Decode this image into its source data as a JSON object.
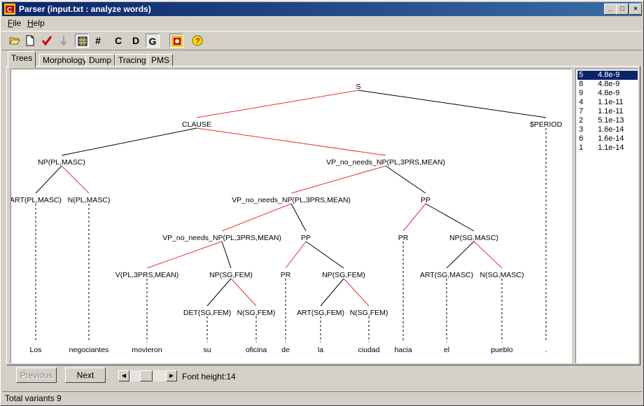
{
  "window": {
    "title": "Parser (input.txt : analyze words)",
    "controls": {
      "minimize": "_",
      "maximize": "□",
      "close": "×"
    }
  },
  "menu": [
    {
      "key": "F",
      "rest": "ile"
    },
    {
      "key": "H",
      "rest": "elp"
    }
  ],
  "toolbar": {
    "hash_label": "#",
    "c_label": "C",
    "d_label": "D",
    "g_label": "G",
    "help_label": "?"
  },
  "tabs": [
    "Trees",
    "Morphology",
    "Dump",
    "Tracing",
    "PMS"
  ],
  "tree": {
    "red": "#e53030",
    "black": "#000000",
    "nodes": {
      "s": "S",
      "clause": "CLAUSE",
      "period": "$PERIOD",
      "np_plmasc": "NP(PL,MASC)",
      "vp_top": "VP_no_needs_NP(PL,3PRS,MEAN)",
      "art_plmasc": "ART(PL,MASC)",
      "n_plmasc": "N(PL,MASC)",
      "vp_mid": "VP_no_needs_NP(PL,3PRS,MEAN)",
      "pp_right": "PP",
      "vp_low": "VP_no_needs_NP(PL,3PRS,MEAN)",
      "pp_mid": "PP",
      "pr_right": "PR",
      "np_sgmasc": "NP(SG,MASC)",
      "v": "V(PL,3PRS,MEAN)",
      "np_sgfem1": "NP(SG,FEM)",
      "pr_mid": "PR",
      "np_sgfem2": "NP(SG,FEM)",
      "art_sgmasc": "ART(SG,MASC)",
      "n_sgmasc": "N(SG,MASC)",
      "det_sgfem": "DET(SG,FEM)",
      "n_sgfem1": "N(SG,FEM)",
      "art_sgfem": "ART(SG,FEM)",
      "n_sgfem2": "N(SG,FEM)"
    },
    "words": {
      "los": "Los",
      "negociantes": "negociantes",
      "movieron": "movieron",
      "su": "su",
      "oficina": "oficina",
      "de": "de",
      "la": "la",
      "ciudad": "ciudad",
      "hacia": "hacia",
      "el": "el",
      "pueblo": "pueblo",
      "period": "."
    }
  },
  "variants": [
    {
      "id": "5",
      "score": "4.8e-9",
      "selected": true
    },
    {
      "id": "8",
      "score": "4.8e-9"
    },
    {
      "id": "9",
      "score": "4.8e-9"
    },
    {
      "id": "4",
      "score": "1.1e-11"
    },
    {
      "id": "7",
      "score": "1.1e-11"
    },
    {
      "id": "2",
      "score": "5.1e-13"
    },
    {
      "id": "3",
      "score": "1.6e-14"
    },
    {
      "id": "6",
      "score": "1.6e-14"
    },
    {
      "id": "1",
      "score": "1.1e-14"
    }
  ],
  "bottom": {
    "previous": "Previous",
    "next": "Next",
    "font_height": "Font height:14"
  },
  "status": "Total variants 9"
}
